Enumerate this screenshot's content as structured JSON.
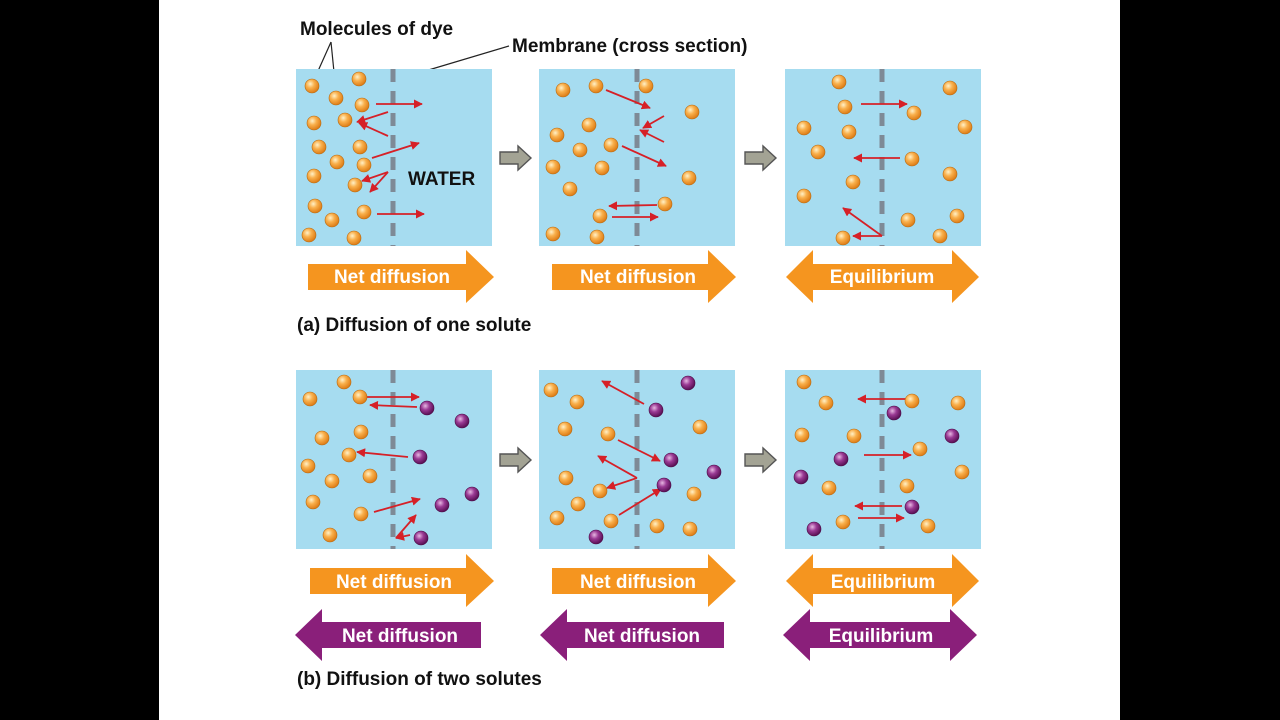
{
  "labels": {
    "molecules_of_dye": "Molecules of dye",
    "membrane": "Membrane (cross section)",
    "water": "WATER"
  },
  "part_a": {
    "caption": "(a) Diffusion of one solute",
    "arrows": [
      "Net diffusion",
      "Net diffusion",
      "Equilibrium"
    ]
  },
  "part_b": {
    "caption": "(b) Diffusion of two solutes",
    "orange_arrows": [
      "Net diffusion",
      "Net diffusion",
      "Equilibrium"
    ],
    "purple_arrows": [
      "Net diffusion",
      "Net diffusion",
      "Equilibrium"
    ]
  },
  "colors": {
    "water": "#a6dcf0",
    "membrane": "#7e8a96",
    "orange_solute": "#f7a53c",
    "purple_solute": "#8a2a84",
    "orange_band": "#f5951f",
    "purple_band": "#8a1f7a",
    "motion_arrow": "#d62027",
    "step_arrow": "#9b9b8a"
  }
}
